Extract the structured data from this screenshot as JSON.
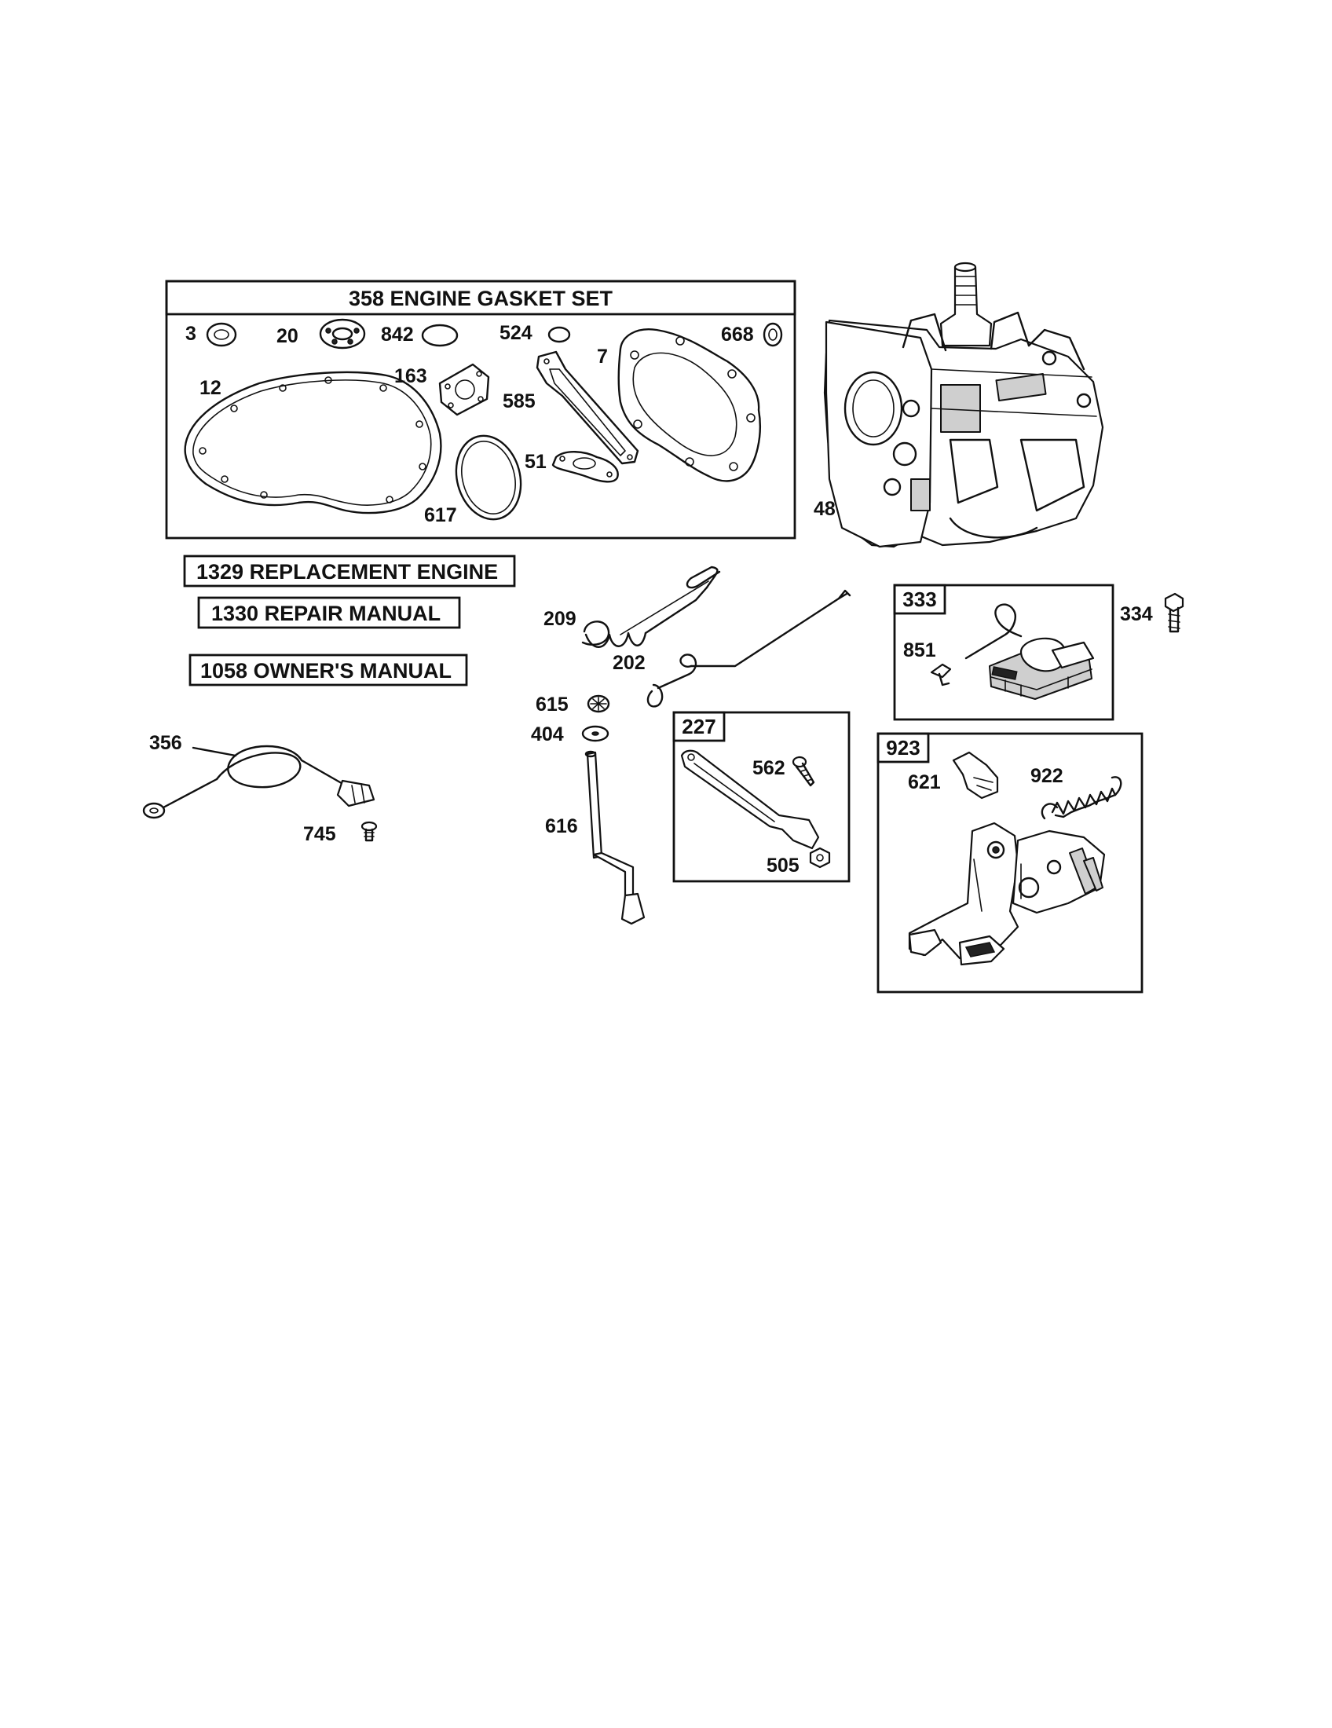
{
  "gasket_set": {
    "title": "358 ENGINE GASKET SET",
    "parts": [
      "3",
      "20",
      "842",
      "524",
      "668",
      "12",
      "163",
      "7",
      "585",
      "51",
      "617"
    ]
  },
  "engine_block": {
    "label": "48"
  },
  "literature": {
    "replacement_engine": "1329 REPLACEMENT ENGINE",
    "repair_manual": "1330 REPAIR MANUAL",
    "owners_manual": "1058 OWNER'S MANUAL"
  },
  "linkage": {
    "spring": "209",
    "link": "202",
    "retainer": "615",
    "washer": "404",
    "shaft": "616"
  },
  "ground_wire": {
    "wire": "356",
    "screw": "745"
  },
  "governor_lever_kit": {
    "box": "227",
    "screw": "562",
    "nut": "505"
  },
  "armature_kit": {
    "box": "333",
    "clip": "851",
    "screw": "334"
  },
  "control_bracket_kit": {
    "box": "923",
    "part_621": "621",
    "spring": "922"
  }
}
